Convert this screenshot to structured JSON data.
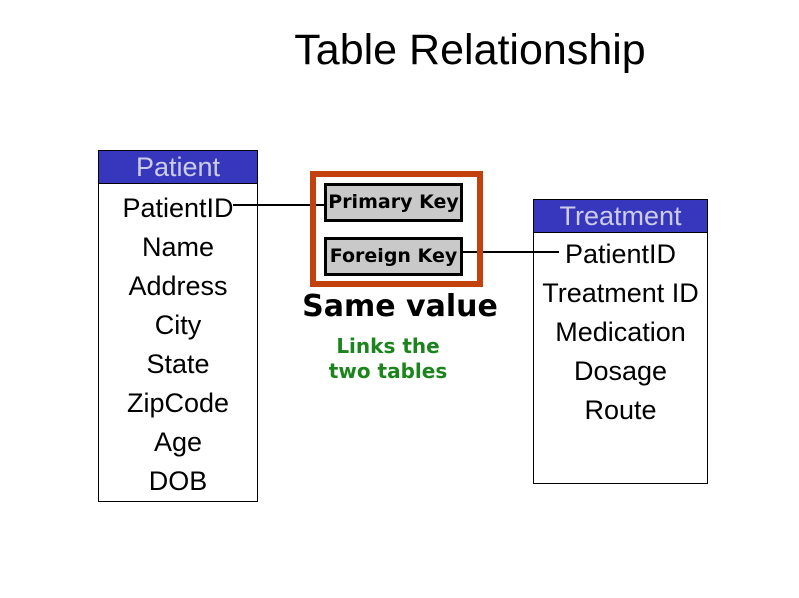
{
  "title": "Table Relationship",
  "patient_table": {
    "title": "Patient",
    "fields": [
      "PatientID",
      "Name",
      "Address",
      "City",
      "State",
      "ZipCode",
      "Age",
      "DOB"
    ]
  },
  "treatment_table": {
    "title": "Treatment",
    "fields": [
      "PatientID",
      "Treatment ID",
      "Medication",
      "Dosage",
      "Route"
    ]
  },
  "keys": {
    "primary_label": "Primary Key",
    "foreign_label": "Foreign Key"
  },
  "annotations": {
    "same_value": "Same value",
    "links_line1": "Links the",
    "links_line2": "two tables"
  },
  "colors": {
    "background": "#FFFFFF",
    "table_header_bg": "#3737BD",
    "table_header_text": "#CCCCE6",
    "table_border": "#000000",
    "key_group_border": "#C2410D",
    "key_box_bg": "#C9C9C9",
    "key_box_border": "#000000",
    "links_text": "#1C841C",
    "connector": "#000000"
  }
}
